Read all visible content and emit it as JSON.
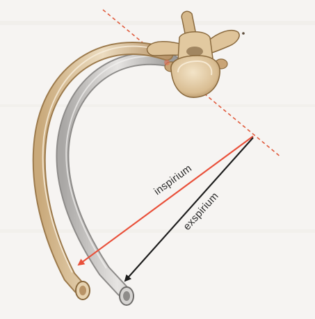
{
  "labels": {
    "inspirium": "inspirium",
    "exspirium": "exspirium"
  },
  "colors": {
    "background": "#f6f4f2",
    "axis_line": "#e05a3c",
    "inspirium_arrow": "#e9503a",
    "exspirium_arrow": "#1d1d1d",
    "rib_inspirium": "#dcc6a2",
    "rib_exspirium": "#cfcdcb",
    "vertebra": "#e3ccab"
  },
  "icons": {
    "vertebra": "thoracic-vertebra-illustration",
    "rib_inspirium": "rib-inspiration-position",
    "rib_exspirium": "rib-expiration-position"
  }
}
